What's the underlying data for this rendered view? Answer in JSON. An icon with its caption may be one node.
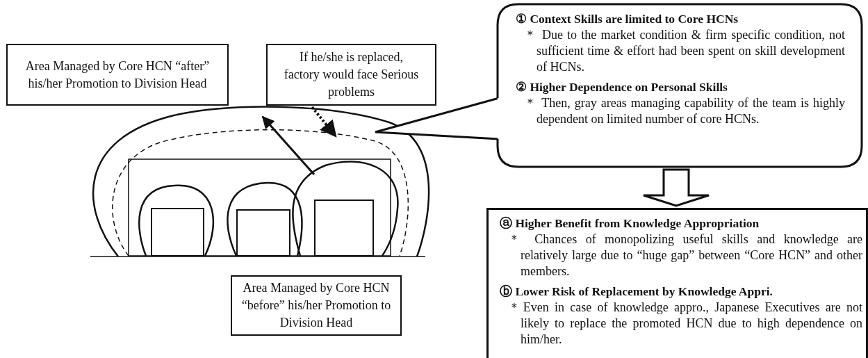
{
  "diagram": {
    "nodes": [
      {
        "text": [
          "Area Managed by Core HCN “after” his/her Promotion to Division Head"
        ]
      },
      {
        "text": [
          "If he/she is replaced, factory would face Serious problems"
        ]
      },
      {
        "text": [
          "① Context Skills are limited to Core HCNs",
          "＊ Due to the market condition & firm specific condition, not sufficient time & effort had been spent on skill development of HCNs.",
          "② Higher Dependence on Personal Skills",
          "＊ Then, gray areas managing capability of the team is highly dependent on limited number of core HCNs."
        ]
      },
      {
        "text": [],
        "shape": "oval"
      },
      {
        "text": [],
        "shape": "oval",
        "in": 3
      },
      {
        "text": [],
        "shape": "oval",
        "in": 4
      },
      {
        "text": [
          "Area Managed by Core HCN “before” his/her Promotion to Division Head"
        ]
      },
      {
        "text": [
          "ⓐ Higher Benefit from Knowledge Appropriation",
          "＊ Chances of monopolizing useful skills and knowledge are relatively large due to “huge gap” between “Core HCN” and other members.",
          "ⓑ Lower Risk of Replacement by Knowledge Appri.",
          "＊Even in case of knowledge appro., Japanese Executives are not likely to replace the promoted HCN due to high dependence on him/her."
        ]
      }
    ],
    "edges": [
      {
        "from": 5,
        "to": 3,
        "arrow": "to"
      },
      {
        "from": 1,
        "to": 4,
        "arrow": "to",
        "style": "dashed"
      },
      {
        "from": 2,
        "to": 3,
        "arrow": "none",
        "style": "thick"
      },
      {
        "from": 2,
        "to": 7,
        "arrow": "to",
        "style": "thick"
      }
    ]
  }
}
